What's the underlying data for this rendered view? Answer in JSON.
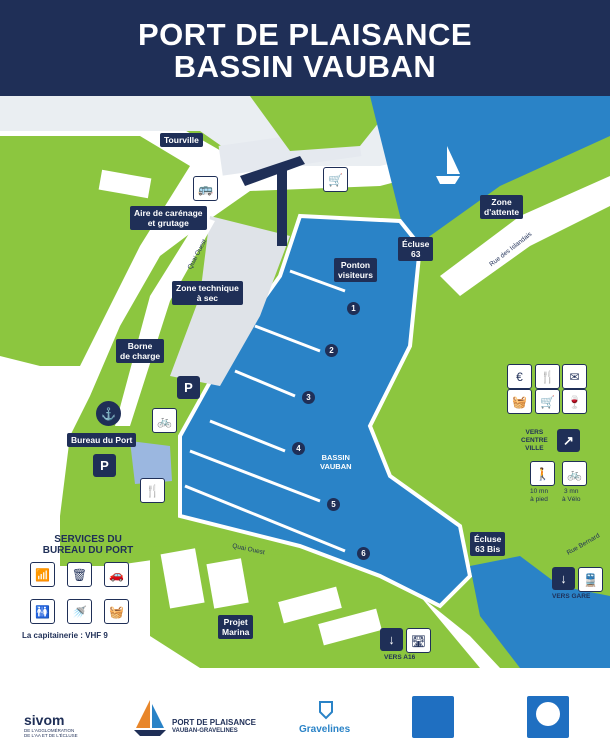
{
  "header": {
    "title_line1": "PORT DE PLAISANCE",
    "title_line2": "BASSIN VAUBAN"
  },
  "colors": {
    "navy": "#1f2f57",
    "water": "#2a83c7",
    "grass": "#8cc63f",
    "road": "#ffffff"
  },
  "map": {
    "labels": {
      "tourville": "Tourville",
      "zone_attente": "Zone\nd'attente",
      "aire_carenage": "Aire de carénage\net grutage",
      "ecluse_63": "Écluse\n63",
      "ponton_visiteurs": "Ponton\nvisiteurs",
      "zone_technique": "Zone technique\nà sec",
      "borne_charge": "Borne\nde charge",
      "bureau_port": "Bureau du Port",
      "ecluse_63bis": "Écluse\n63 Bis",
      "projet_marina": "Projet\nMarina",
      "bassin_vauban": "BASSIN\nVAUBAN",
      "vers_centre_ville": "VERS\nCENTRE\nVILLE",
      "walk_time": "10 mn\nà pied",
      "bike_time": "3 mn\nà Vélo",
      "vers_gare": "VERS GARE",
      "vers_a16": "VERS A16"
    },
    "roads": {
      "quai_ouest_top": "Quai Ouest",
      "quai_ouest_bottom": "Quai Ouest",
      "rue_islandais": "Rue des Islandais",
      "rue_bernard": "Rue Bernard"
    },
    "pontoons": [
      "1",
      "2",
      "3",
      "4",
      "5",
      "6"
    ],
    "icons": {
      "parking": "P",
      "anchor": "anchor-icon",
      "shop": "shopping-cart-icon",
      "bus": "bus-icon",
      "bike": "bicycle-icon",
      "restaurant": "fork-knife-icon"
    }
  },
  "services": {
    "title": "SERVICES DU\nBUREAU DU PORT",
    "icons": [
      "wifi-icon",
      "trash-icon",
      "vehicle-icon",
      "fuel-icon",
      "toilets-icon",
      "shower-icon",
      "laundry-icon"
    ],
    "capitainerie": "La capitainerie : VHF 9"
  },
  "amenities": {
    "icons": [
      "euro-icon",
      "restaurant-icon",
      "mail-icon",
      "basket-icon",
      "cart-icon",
      "wine-icon"
    ]
  },
  "footer": {
    "sivom": "sivom",
    "sivom_sub": "DE L'AGGLOMÉRATION\nDE L'AA ET DE L'ÉCLUSE",
    "port_line1": "PORT DE PLAISANCE",
    "port_line2": "VAUBAN-GRAVELINES",
    "gravelines": "Gravelines"
  }
}
